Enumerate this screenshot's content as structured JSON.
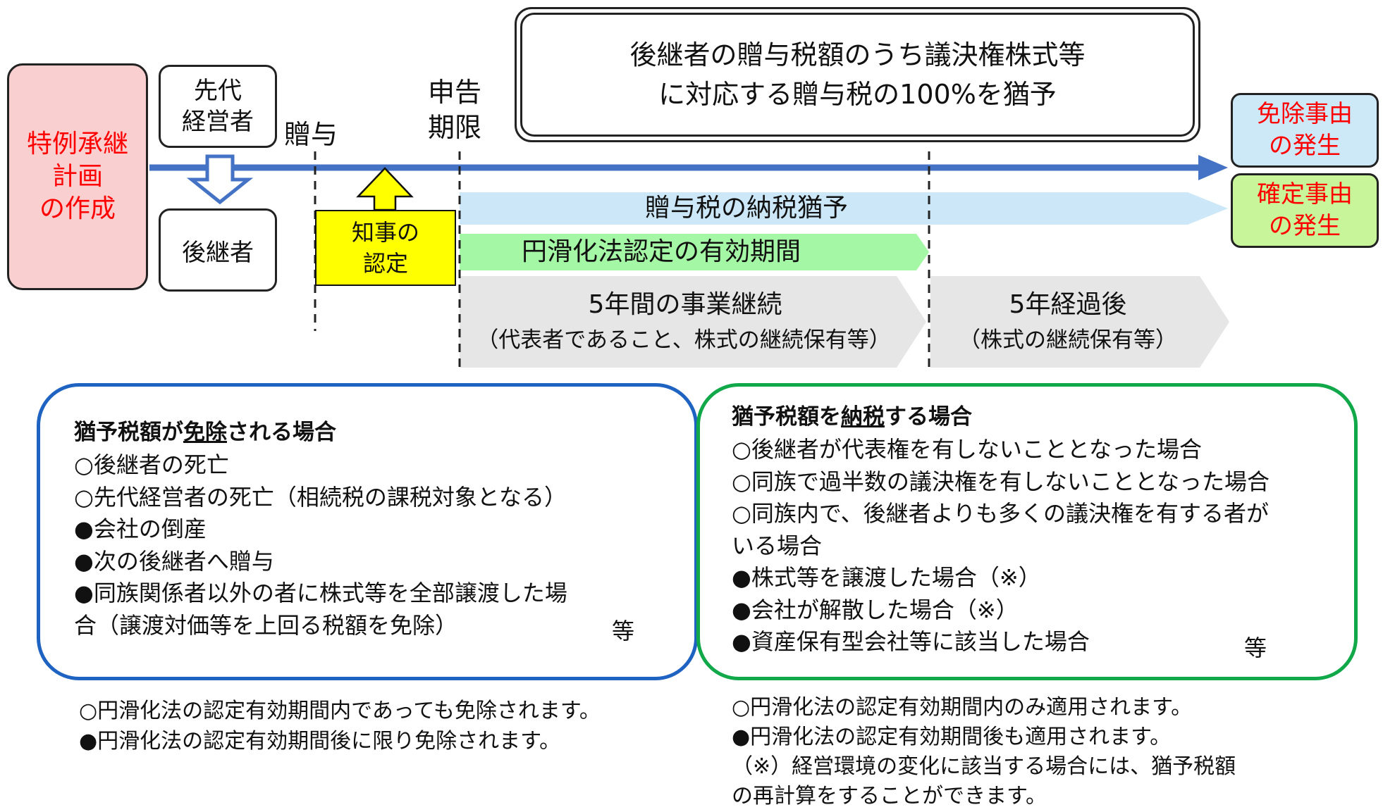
{
  "colors": {
    "timeline": "#4472c4",
    "plan_fill": "#f9cfcf",
    "red_text": "#ff0000",
    "approval_fill": "#ffff00",
    "deferral_band": "#cce8f8",
    "validity_band": "#a4f7a4",
    "continuation_band": "#e6e6e6",
    "exempt_fill": "#cde9f8",
    "confirm_fill": "#c9f59a",
    "blue_border": "#1f63c2",
    "green_border": "#11a84a"
  },
  "timeline": {
    "plan_box": "特例承継\n計画\nの作成",
    "predecessor": "先代\n経営者",
    "successor": "後継者",
    "gift_label": "贈与",
    "deadline_label": "申告\n期限",
    "approval_box": "知事の\n認定",
    "headline": "後継者の贈与税額のうち議決権株式等\nに対応する贈与税の100%を猶予",
    "exemption_event": "免除事由\nの発生",
    "confirmation_event": "確定事由\nの発生",
    "deferral_band": "贈与税の納税猶予",
    "validity_band": "円滑化法認定の有効期間",
    "five_year_title": "5年間の事業継続",
    "five_year_sub": "（代表者であること、株式の継続保有等）",
    "after_title": "5年経過後",
    "after_sub": "（株式の継続保有等）"
  },
  "exempt_panel": {
    "title_pre": "猶予税額が",
    "title_key": "免除",
    "title_post": "される場合",
    "items": [
      "○後継者の死亡",
      "○先代経営者の死亡（相続税の課税対象となる）",
      "●会社の倒産",
      "●次の後継者へ贈与",
      "●同族関係者以外の者に株式等を全部譲渡した場\n合（譲渡対価等を上回る税額を免除）"
    ],
    "etc": "等"
  },
  "pay_panel": {
    "title_pre": "猶予税額を",
    "title_key": "納税",
    "title_post": "する場合",
    "items": [
      "○後継者が代表権を有しないこととなった場合",
      "○同族で過半数の議決権を有しないこととなった場合",
      "○同族内で、後継者よりも多くの議決権を有する者が\nいる場合",
      "●株式等を譲渡した場合（※）",
      "●会社が解散した場合（※）",
      "●資産保有型会社等に該当した場合"
    ],
    "etc": "等"
  },
  "notes_left": [
    "○円滑化法の認定有効期間内であっても免除されます。",
    "●円滑化法の認定有効期間後に限り免除されます。"
  ],
  "notes_right": [
    "○円滑化法の認定有効期間内のみ適用されます。",
    "●円滑化法の認定有効期間後も適用されます。",
    " （※）経営環境の変化に該当する場合には、猶予税額\nの再計算をすることができます。"
  ]
}
